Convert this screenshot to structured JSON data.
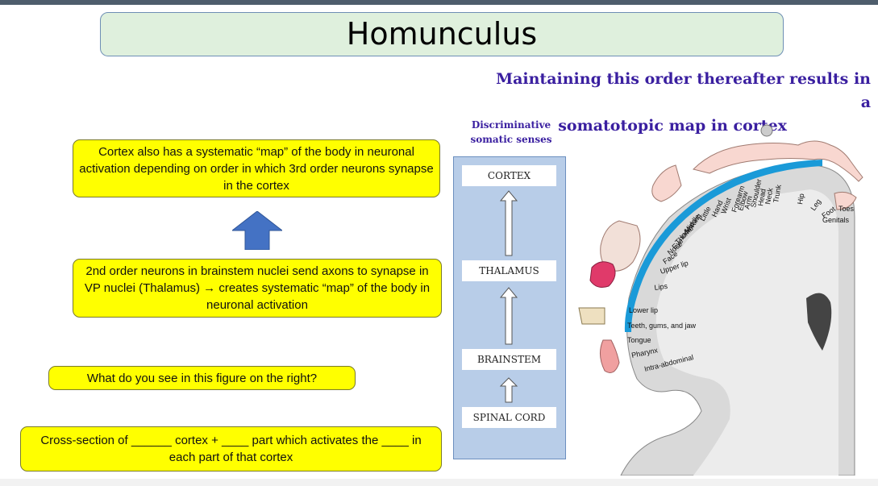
{
  "title": "Homunculus",
  "subtitle_lines": [
    "Maintaining this order thereafter results in a",
    "somatotopic map in cortex"
  ],
  "boxes": {
    "cortex_map": "Cortex also has a systematic “map” of the body in neuronal activation depending on order in which 3rd order neurons synapse in the cortex",
    "second_order": "2nd order neurons in brainstem nuclei send axons to synapse in VP nuclei (Thalamus) → creates systematic “map” of the body in neuronal activation",
    "question": "What do you see in this figure on the right?",
    "fill_blank": "Cross-section of ______ cortex + ____ part which activates the ____ in each part of that cortex"
  },
  "pathway": {
    "heading_lines": [
      "Discriminative",
      "somatic senses"
    ],
    "stages": [
      "CORTEX",
      "THALAMUS",
      "BRAINSTEM",
      "SPINAL CORD"
    ]
  },
  "homunculus": {
    "outer_labels": [
      "Trunk",
      "Neck",
      "Head",
      "Shoulder",
      "Arm",
      "Elbow",
      "Forearm",
      "Wrist",
      "Hand",
      "Little",
      "Ring",
      "Middle",
      "Index",
      "Thumb",
      "Eye",
      "Nose",
      "Face",
      "Upper lip",
      "Lips"
    ],
    "edge_labels": [
      "Hip",
      "Leg",
      "Foot",
      "Toes",
      "Genitals"
    ],
    "inner_labels": [
      "Lower lip",
      "Teeth, gums, and jaw",
      "Tongue",
      "Pharynx",
      "Intra-abdominal"
    ]
  },
  "colors": {
    "title_bg": "#dff0dd",
    "highlight_box": "#ffff00",
    "subtitle_text": "#3a1fa0",
    "arrow_blue": "#4472c4",
    "pathway_bg": "#b8cde8",
    "cortex_strip": "#1a9ad8",
    "brain_gray": "#d9d9d9"
  }
}
